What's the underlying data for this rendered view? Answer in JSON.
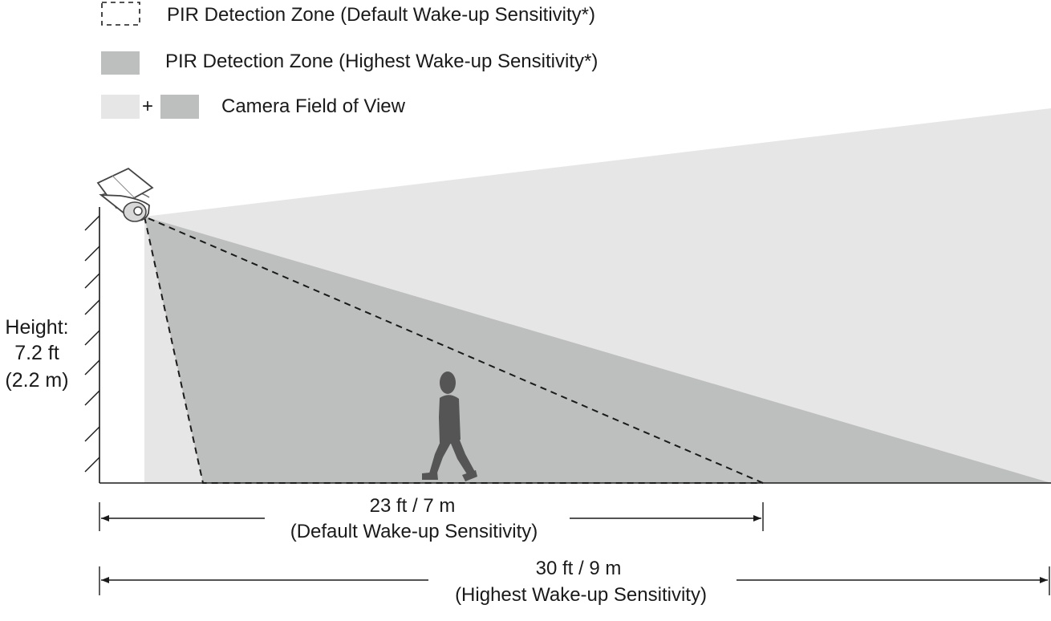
{
  "legend": {
    "default_zone": "PIR Detection Zone (Default Wake-up Sensitivity*)",
    "highest_zone": "PIR Detection Zone (Highest Wake-up Sensitivity*)",
    "plus": "+",
    "field_of_view": "Camera Field of View"
  },
  "height": {
    "line1": "Height:",
    "line2": "7.2 ft",
    "line3": "(2.2 m)"
  },
  "dimensions": {
    "default_distance": "23 ft / 7 m",
    "default_label": "(Default Wake-up Sensitivity)",
    "highest_distance": "30 ft / 9 m",
    "highest_label": "(Highest Wake-up Sensitivity)"
  },
  "colors": {
    "field_of_view_light": "#e6e6e6",
    "pir_zone_dark": "#bdbebe",
    "person": "#555555",
    "line": "#1a1a1a"
  }
}
